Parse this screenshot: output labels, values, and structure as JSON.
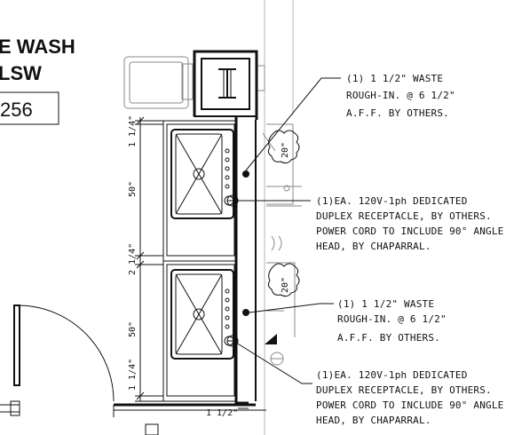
{
  "title": {
    "line1": "E WASH",
    "line2": "LSW"
  },
  "model_box": {
    "text": "256"
  },
  "dimensions": {
    "top_gap_upper": "1 1/4\"",
    "upper_sink_height": "50\"",
    "middle_gap": "2 1/4\"",
    "lower_sink_height": "50\"",
    "bottom_gap": "1 1/4\"",
    "bottom_side": "1 1/2\"",
    "receptacle_upper": "20\"",
    "receptacle_lower": "20\""
  },
  "callouts": {
    "waste_upper": [
      "(1) 1 1/2\" WASTE",
      "ROUGH-IN. @ 6 1/2\"",
      "A.F.F. BY OTHERS."
    ],
    "receptacle_upper": [
      "(1)EA. 120V-1ph DEDICATED",
      "DUPLEX RECEPTACLE, BY OTHERS.",
      "POWER CORD TO INCLUDE 90° ANGLE",
      "HEAD, BY CHAPARRAL."
    ],
    "waste_lower": [
      "(1) 1 1/2\" WASTE",
      "ROUGH-IN. @ 6 1/2\"",
      "A.F.F. BY OTHERS."
    ],
    "receptacle_lower": [
      "(1)EA. 120V-1ph DEDICATED",
      "DUPLEX RECEPTACLE, BY OTHERS.",
      "POWER CORD TO INCLUDE 90° ANGLE",
      "HEAD, BY CHAPARRAL."
    ]
  }
}
